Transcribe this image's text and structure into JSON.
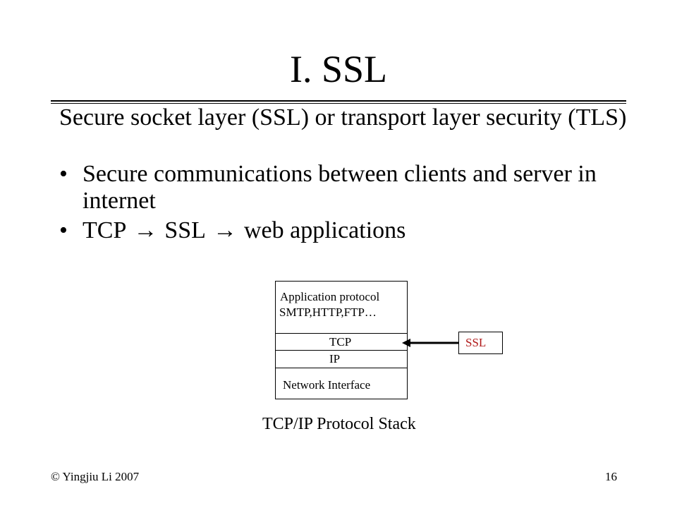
{
  "slide": {
    "title": "I. SSL",
    "intro": "Secure socket layer (SSL) or transport layer security (TLS)",
    "bullets": [
      {
        "symbol": "•",
        "text": "Secure communications between clients and server in internet"
      },
      {
        "symbol": "•",
        "parts": [
          "TCP",
          "SSL",
          "web applications"
        ],
        "arrow_glyph": "→"
      }
    ]
  },
  "diagram": {
    "layers": {
      "application_line1": "Application protocol",
      "application_line2": "SMTP,HTTP,FTP…",
      "transport": "TCP",
      "network": "IP",
      "link": "Network Interface"
    },
    "inserted_layer": "SSL",
    "caption": "TCP/IP Protocol Stack",
    "colors": {
      "ssl_text": "#b01818"
    }
  },
  "footer": {
    "copyright": "© Yingjiu Li 2007",
    "page_number": "16"
  }
}
